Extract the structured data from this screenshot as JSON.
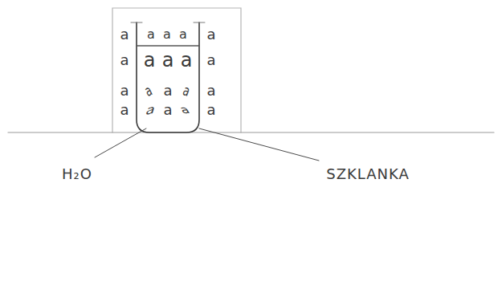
{
  "diagram": {
    "labels": [
      "a",
      "a",
      "a",
      "a",
      "a",
      "a",
      "a",
      "a",
      "a",
      "a",
      "a",
      "a",
      "a",
      "a",
      "a",
      "a",
      "a",
      "a",
      "a",
      "a",
      "H₂O",
      "SZKLANKA"
    ]
  }
}
